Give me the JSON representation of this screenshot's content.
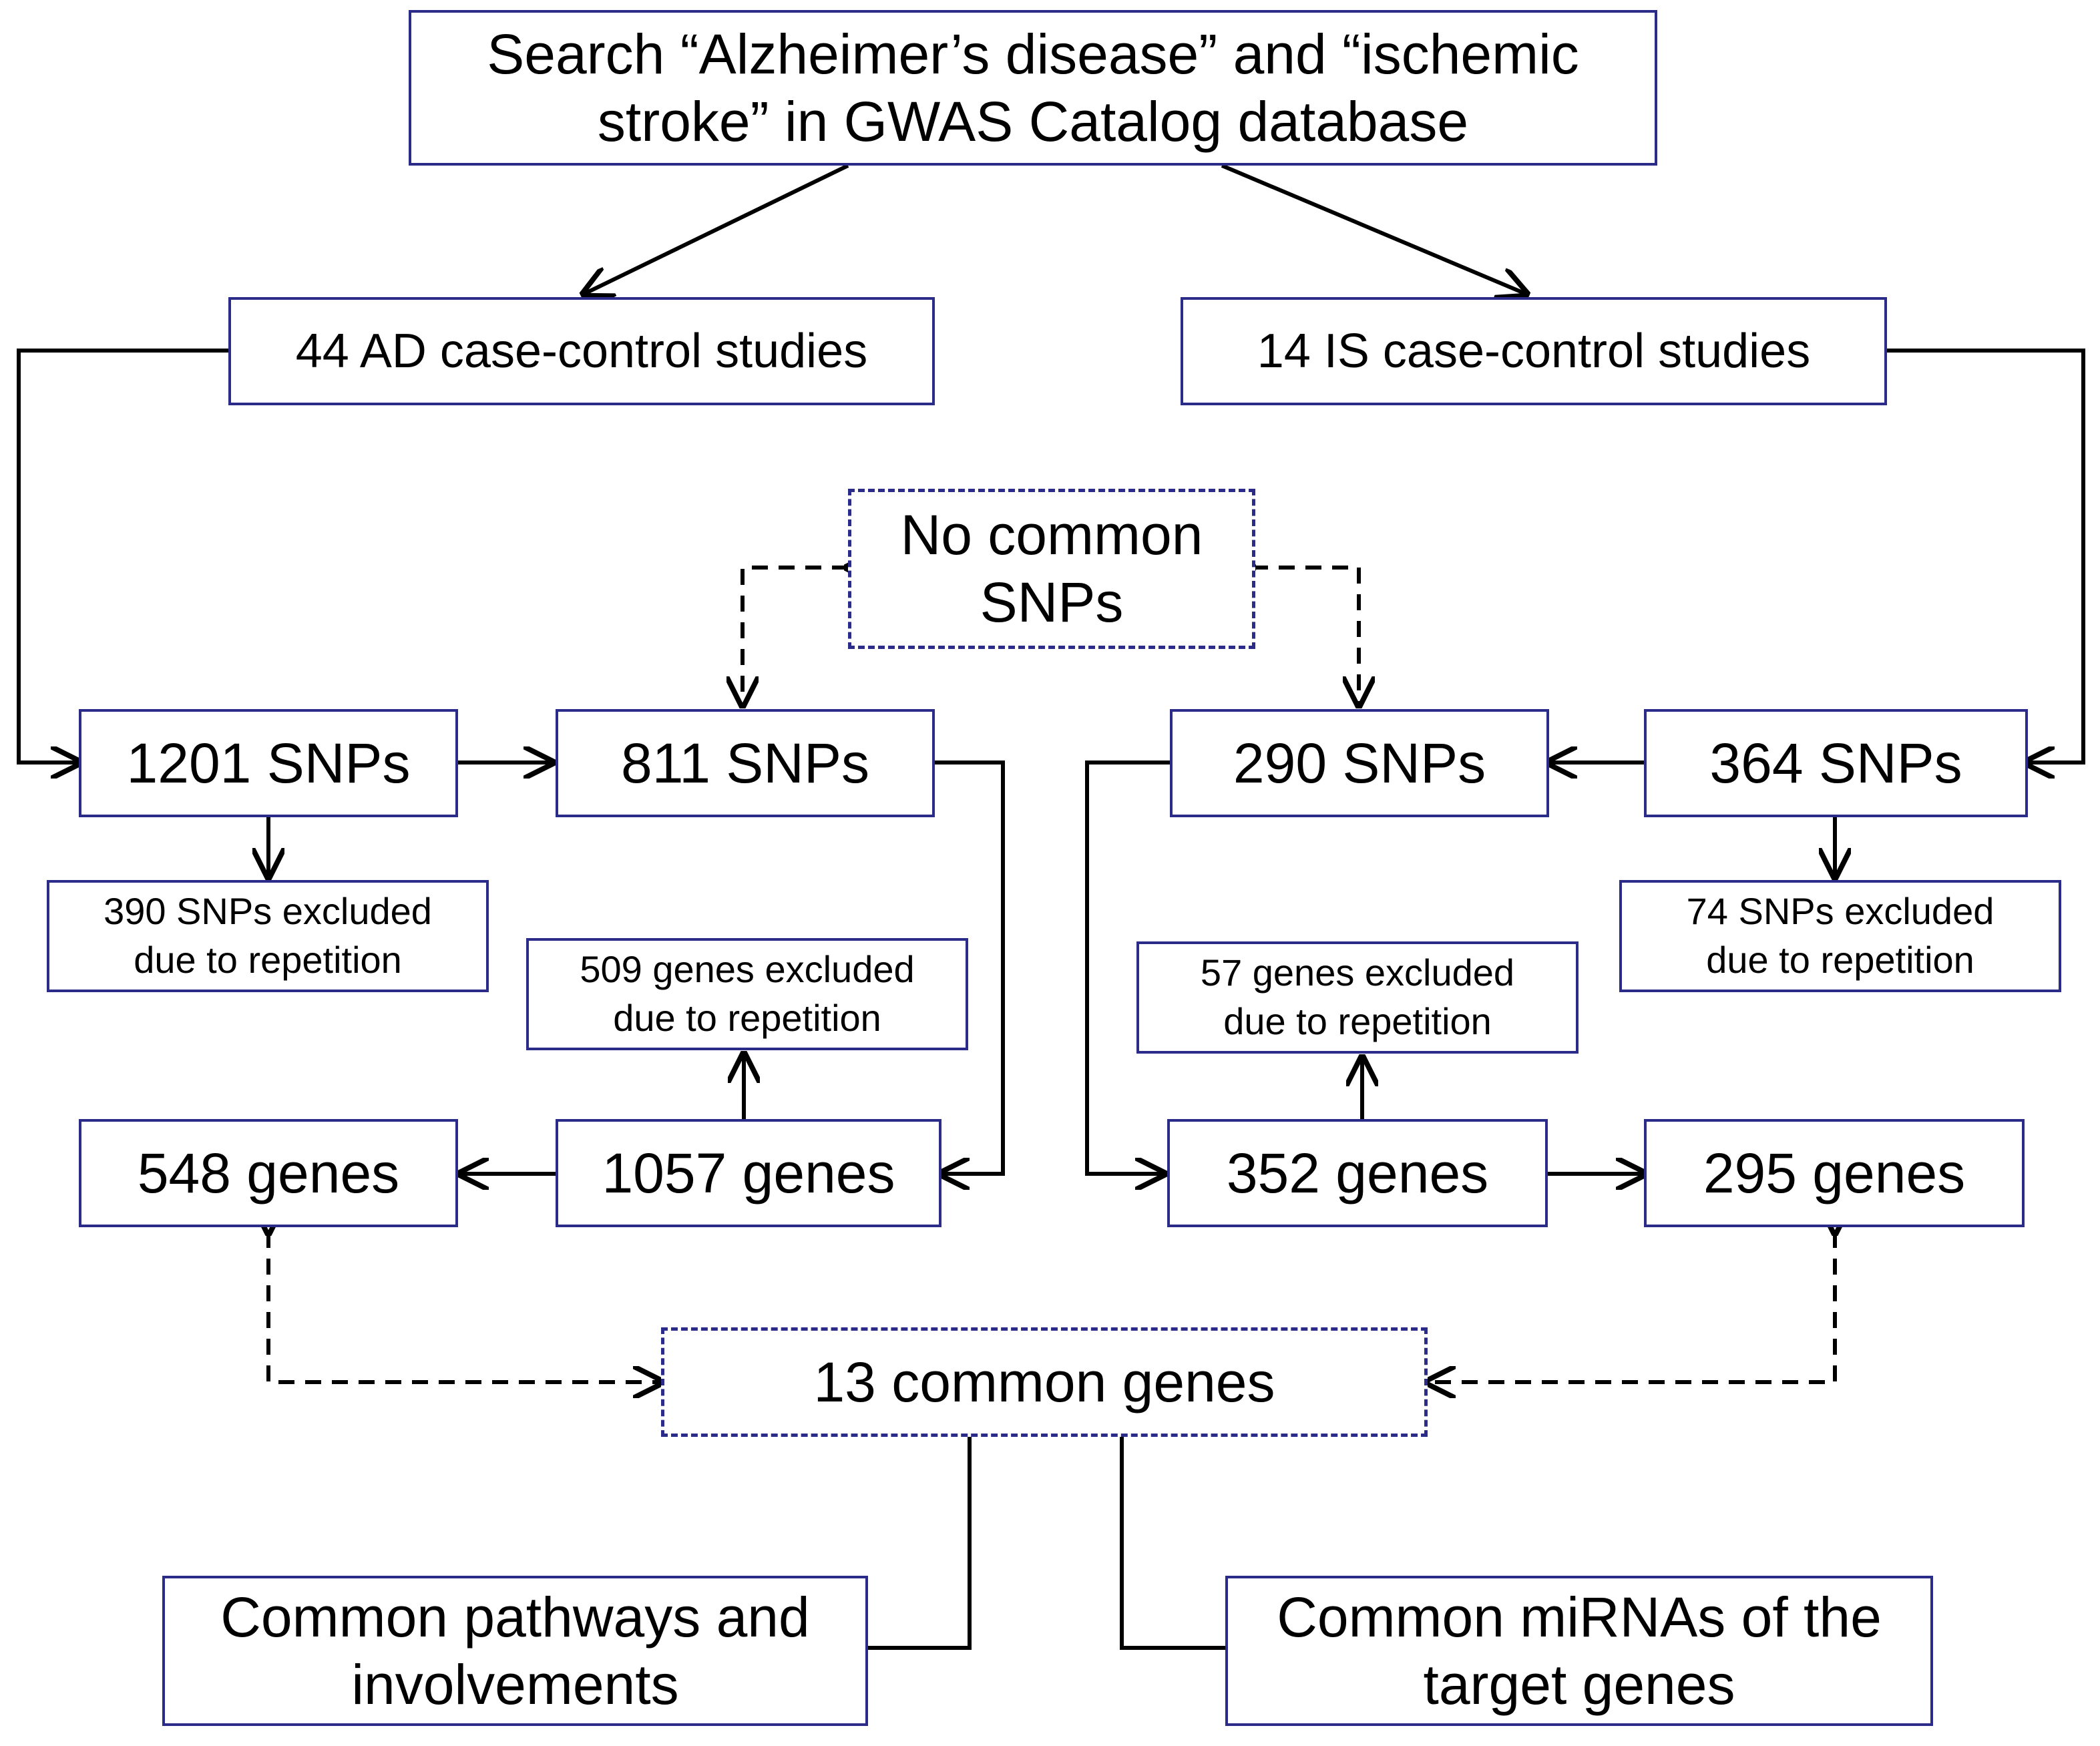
{
  "nodes": {
    "search": "Search “Alzheimer’s disease” and “ischemic stroke” in GWAS Catalog database",
    "ad_studies": "44 AD case-control studies",
    "is_studies": "14 IS case-control studies",
    "no_common_snps": "No common SNPs",
    "ad_snps_1201": "1201 SNPs",
    "ad_snps_811": "811 SNPs",
    "is_snps_290": "290 SNPs",
    "is_snps_364": "364 SNPs",
    "ad_snps_excluded": "390 SNPs excluded due to repetition",
    "is_snps_excluded": "74 SNPs excluded due to repetition",
    "ad_genes_excluded": "509 genes excluded due to repetition",
    "is_genes_excluded": "57 genes excluded due to repetition",
    "ad_genes_548": "548 genes",
    "ad_genes_1057": "1057 genes",
    "is_genes_352": "352 genes",
    "is_genes_295": "295 genes",
    "common_genes": "13 common genes",
    "common_pathways": "Common pathways and involvements",
    "common_mirnas": "Common miRNAs of the target genes"
  },
  "colors": {
    "box_border": "#2b2b8a",
    "line": "#000000",
    "text": "#000000"
  }
}
